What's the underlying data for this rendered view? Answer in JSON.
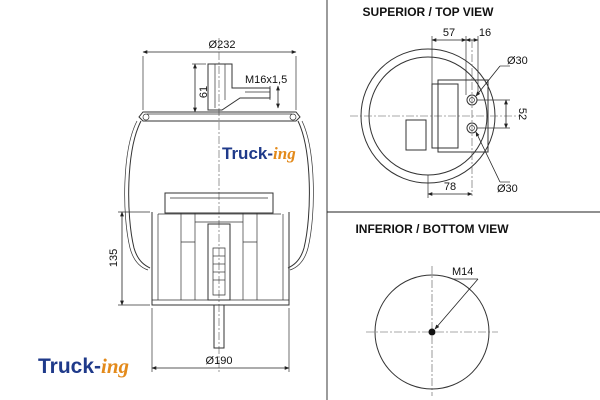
{
  "views": {
    "superior_title": "SUPERIOR / TOP VIEW",
    "inferior_title": "INFERIOR / BOTTOM VIEW"
  },
  "dimensions": {
    "top_diameter": "Ø232",
    "stud_height": "61",
    "thread": "M16x1,5",
    "side_height": "135",
    "bottom_diameter": "Ø190",
    "top_offset_57": "57",
    "top_offset_16": "16",
    "port_diameter_upper": "Ø30",
    "port_spacing": "52",
    "port_offset_78": "78",
    "port_diameter_lower": "Ø30",
    "bottom_thread": "M14"
  },
  "brand": {
    "watermark_truck": "Truck-",
    "watermark_ing": "ing",
    "logo_truck": "Truck-",
    "logo_ing": "ing",
    "colors": {
      "blue": "#1f3a8a",
      "orange": "#e38a1b"
    }
  }
}
